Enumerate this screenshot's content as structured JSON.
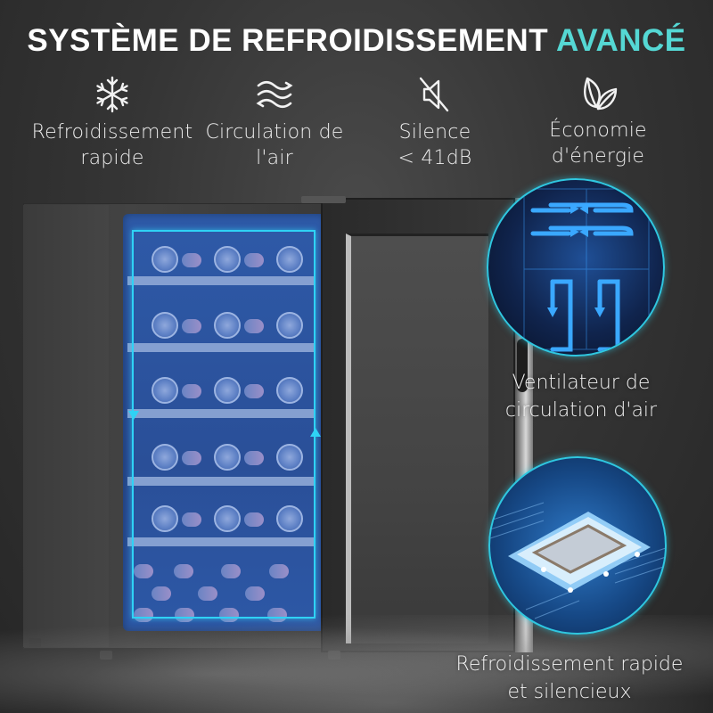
{
  "title": {
    "main": "SYSTÈME DE REFROIDISSEMENT",
    "accent": "AVANCÉ",
    "accent_color": "#55d8d4"
  },
  "features": [
    {
      "icon": "snowflake-icon",
      "line1": "Refroidissement",
      "line2": "rapide"
    },
    {
      "icon": "airflow-waves-icon",
      "line1": "Circulation de",
      "line2": "l'air"
    },
    {
      "icon": "muted-speaker-icon",
      "line1": "Silence",
      "line2": "< 41dB"
    },
    {
      "icon": "leaves-icon",
      "line1": "Économie",
      "line2": "d'énergie"
    }
  ],
  "callouts": {
    "fan": {
      "line1": "Ventilateur de",
      "line2": "circulation d'air"
    },
    "chip": {
      "line1": "Refroidissement rapide",
      "line2": "et silencieux"
    }
  },
  "colors": {
    "background": "#353535",
    "interior_blue": "#2d58a6",
    "airflow_line": "#2fd2f5",
    "circle_border": "#2fc7e0"
  }
}
